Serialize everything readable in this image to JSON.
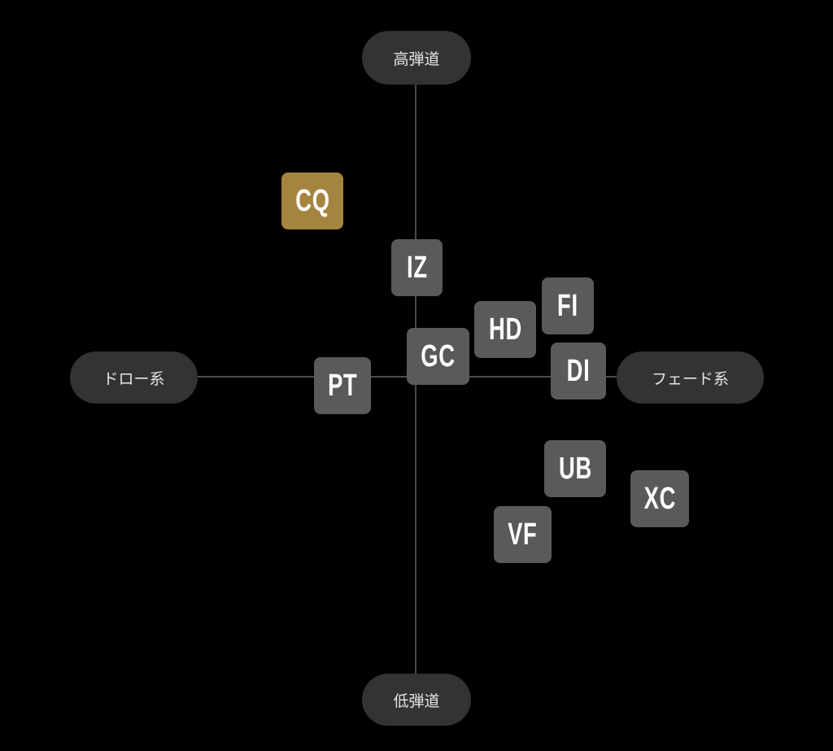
{
  "axes": {
    "top": "高弾道",
    "bottom": "低弾道",
    "left": "ドロー系",
    "right": "フェード系"
  },
  "items": [
    {
      "id": "CQ",
      "label": "CQ",
      "highlighted": true
    },
    {
      "id": "IZ",
      "label": "IZ",
      "highlighted": false
    },
    {
      "id": "GC",
      "label": "GC",
      "highlighted": false
    },
    {
      "id": "PT",
      "label": "PT",
      "highlighted": false
    },
    {
      "id": "HD",
      "label": "HD",
      "highlighted": false
    },
    {
      "id": "FI",
      "label": "FI",
      "highlighted": false
    },
    {
      "id": "DI",
      "label": "DI",
      "highlighted": false
    },
    {
      "id": "UB",
      "label": "UB",
      "highlighted": false
    },
    {
      "id": "XC",
      "label": "XC",
      "highlighted": false
    },
    {
      "id": "VF",
      "label": "VF",
      "highlighted": false
    }
  ],
  "colors": {
    "background": "#000000",
    "box": "#5a5a5a",
    "highlight": "#a5843f",
    "pill": "#333333",
    "axis": "#4a4a4a"
  }
}
